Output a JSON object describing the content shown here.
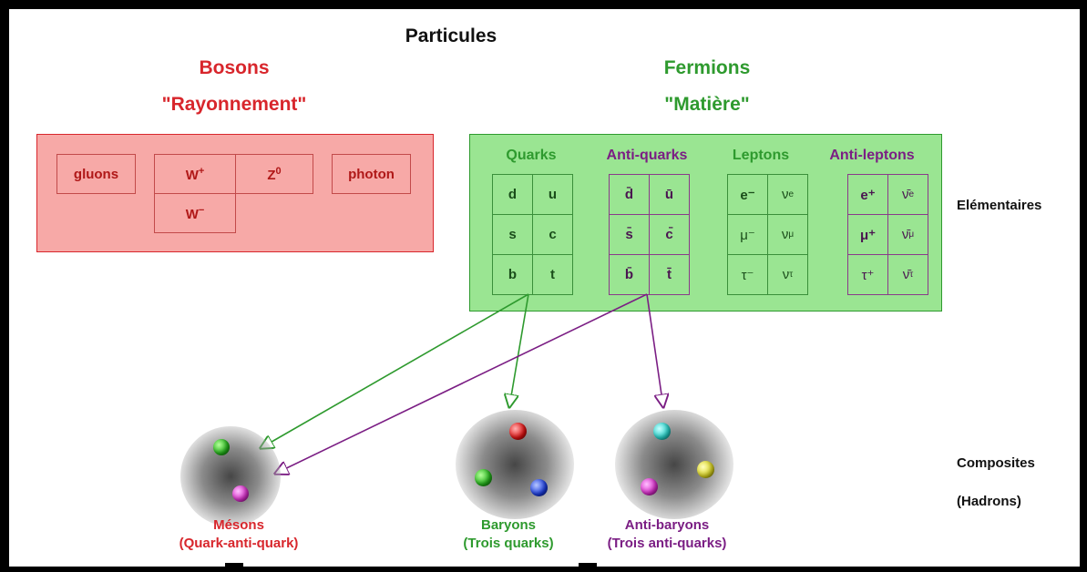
{
  "title": "Particules",
  "bosons": {
    "title": "Bosons",
    "subtitle": "\"Rayonnement\"",
    "cells": [
      "gluons",
      "W",
      "Z",
      "photon",
      "W"
    ],
    "w_plus_sup": "+",
    "w_minus_sup": "−",
    "z_sup": "0"
  },
  "fermions": {
    "title": "Fermions",
    "subtitle": "\"Matière\"",
    "groups": [
      {
        "name": "Quarks",
        "cells": [
          "d",
          "u",
          "s",
          "c",
          "b",
          "t"
        ]
      },
      {
        "name": "Anti-quarks",
        "cells": [
          "d̄",
          "ū",
          "s̄",
          "c̄",
          "b̄",
          "t̄"
        ]
      },
      {
        "name": "Leptons",
        "cells": [
          "e⁻",
          "ν",
          "μ⁻",
          "ν",
          "τ⁻",
          "ν"
        ],
        "subs": [
          "e",
          "μ",
          "τ"
        ]
      },
      {
        "name": "Anti-leptons",
        "cells": [
          "e⁺",
          "ν̄",
          "μ⁺",
          "ν̄",
          "τ⁺",
          "ν̄"
        ],
        "subs": [
          "e",
          "μ",
          "τ"
        ]
      }
    ]
  },
  "labels": {
    "elementaires": "Elémentaires",
    "composites": "Composites",
    "hadrons": "(Hadrons)"
  },
  "hadrons": [
    {
      "name": "Mésons",
      "desc": "(Quark-anti-quark)"
    },
    {
      "name": "Baryons",
      "desc": "(Trois quarks)"
    },
    {
      "name": "Anti-baryons",
      "desc": "(Trois anti-quarks)"
    }
  ],
  "colors": {
    "boson_red": "#d8262c",
    "fermion_green": "#2e9a2e",
    "anti_purple": "#7b1e84"
  }
}
